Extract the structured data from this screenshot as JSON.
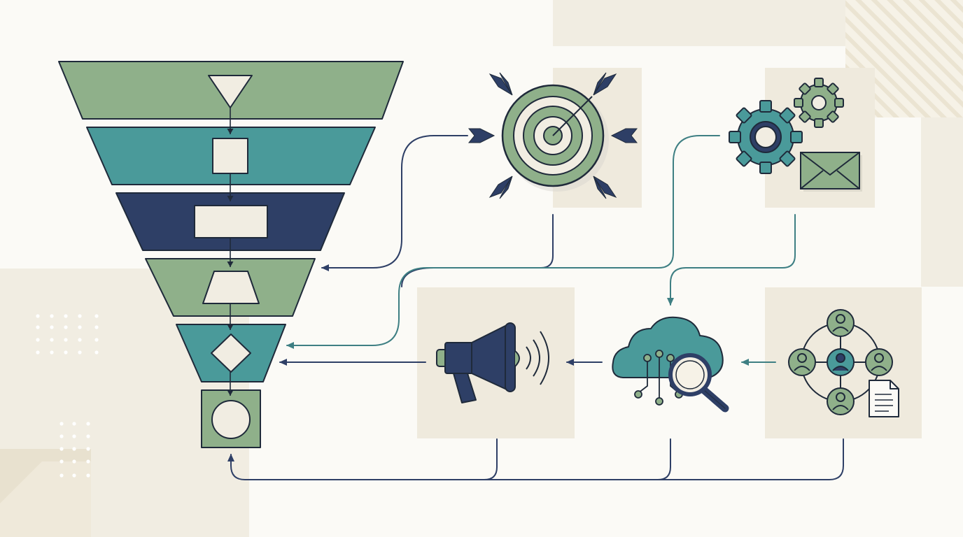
{
  "colors": {
    "sage": "#8fb08a",
    "teal": "#4a9a9a",
    "navy": "#2e3f66",
    "ink": "#1f2a3a",
    "cream": "#f1ede2",
    "paper": "#fbfaf6",
    "card": "#efeadd"
  },
  "funnel": {
    "stages": [
      {
        "color": "sage",
        "shape": "triangle"
      },
      {
        "color": "teal",
        "shape": "square"
      },
      {
        "color": "navy",
        "shape": "rectangle"
      },
      {
        "color": "sage",
        "shape": "trapezoid"
      },
      {
        "color": "teal",
        "shape": "diamond"
      }
    ],
    "outlet": {
      "color": "sage",
      "shape": "circle"
    }
  },
  "nodes": [
    {
      "id": "target",
      "icon": "target-with-arrows-icon"
    },
    {
      "id": "automation",
      "icon": "gears-and-envelope-icon"
    },
    {
      "id": "megaphone",
      "icon": "megaphone-icon"
    },
    {
      "id": "cloud-search",
      "icon": "cloud-search-icon"
    },
    {
      "id": "network",
      "icon": "people-network-document-icon"
    }
  ]
}
